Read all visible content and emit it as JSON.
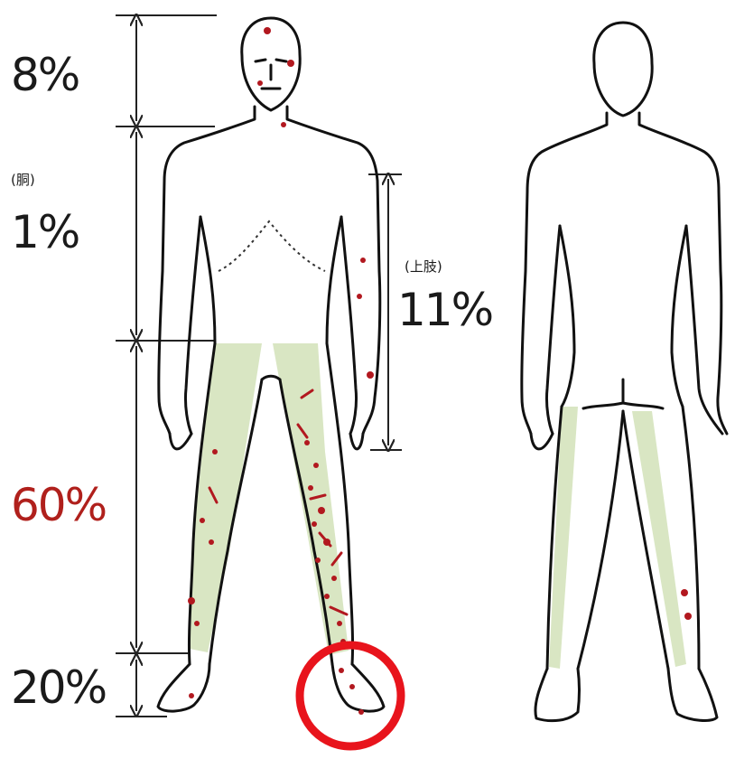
{
  "labels": {
    "head": "8%",
    "trunk_note": "(胴)",
    "trunk": "1%",
    "arm_note": "(上肢)",
    "arm": "11%",
    "leg": "60%",
    "foot": "20%"
  },
  "colors": {
    "text": "#1a1a1a",
    "highlight_text": "#b0201c",
    "leg_shading": "#d9e6c3",
    "lesion_dot": "#b2181f",
    "circle": "#e8141c"
  },
  "icons": [
    "front-body-figure",
    "back-body-figure",
    "measure-arrows",
    "highlight-circle"
  ]
}
